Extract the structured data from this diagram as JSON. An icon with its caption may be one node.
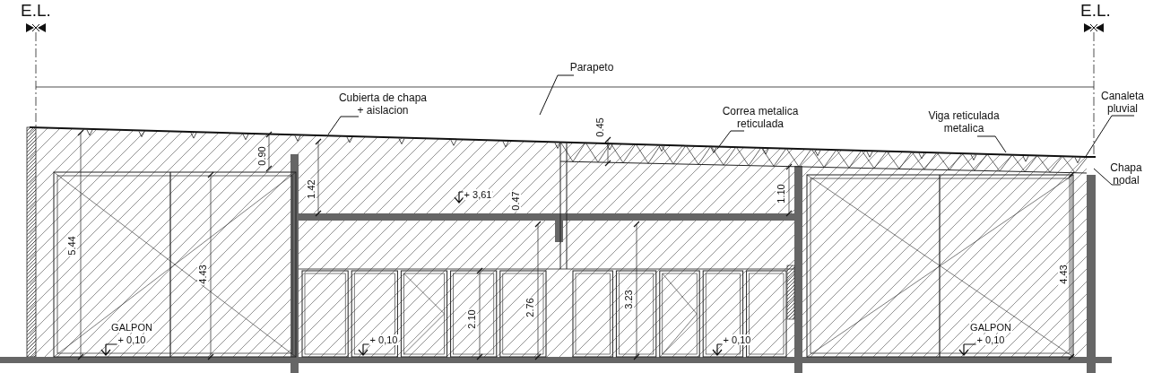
{
  "diagram": {
    "nodes": [
      {
        "text": [
          "Parapeto"
        ]
      },
      {
        "text": [
          "Cubierta de chapa + aislacion"
        ]
      },
      {
        "text": [
          "Correa metalica reticulada"
        ]
      },
      {
        "text": [
          "Viga reticulada metalica"
        ]
      },
      {
        "text": [
          "Canaleta pluvial"
        ]
      },
      {
        "text": [
          "Chapa nodal"
        ]
      }
    ],
    "edges": [
      {
        "from": 0,
        "to": null,
        "arrow": "none"
      },
      {
        "from": 1,
        "to": null,
        "arrow": "none"
      },
      {
        "from": 2,
        "to": null,
        "arrow": "none"
      },
      {
        "from": 3,
        "to": null,
        "arrow": "none"
      },
      {
        "from": 4,
        "to": null,
        "arrow": "none"
      },
      {
        "from": 5,
        "to": null,
        "arrow": "none"
      }
    ],
    "labels": [
      "E.L.",
      "E.L.",
      "0.90",
      "1.42",
      "0.45",
      "+ 3,61",
      "0.47",
      "1.10",
      "5.44",
      "4.43",
      "2.10",
      "2.76",
      "3.23",
      "4.43",
      "GALPON",
      "+ 0,10",
      "+ 0,10",
      "+ 0,10",
      "GALPON",
      "+ 0,10"
    ]
  }
}
